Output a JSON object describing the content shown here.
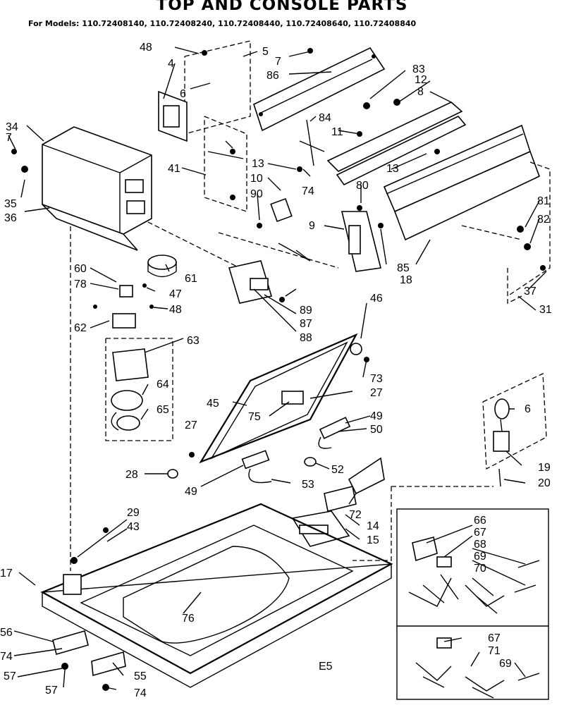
{
  "title": "TOP AND CONSOLE PARTS",
  "models_line": "For Models: 110.72408140, 110.72408240, 110.72408440, 110.72408640, 110.72408840",
  "diagram_code": "E5",
  "callouts": [
    "48",
    "5",
    "4",
    "7",
    "86",
    "6",
    "83",
    "12",
    "8",
    "34",
    "7",
    "84",
    "11",
    "41",
    "13",
    "10",
    "13",
    "74",
    "80",
    "35",
    "90",
    "36",
    "9",
    "81",
    "82",
    "60",
    "61",
    "78",
    "47",
    "48",
    "62",
    "89",
    "87",
    "88",
    "85",
    "18",
    "37",
    "31",
    "63",
    "46",
    "73",
    "64",
    "27",
    "45",
    "75",
    "65",
    "27",
    "49",
    "50",
    "6",
    "19",
    "20",
    "28",
    "49",
    "53",
    "52",
    "72",
    "14",
    "15",
    "29",
    "43",
    "66",
    "67",
    "68",
    "69",
    "70",
    "17",
    "76",
    "56",
    "74",
    "57",
    "57",
    "55",
    "74",
    "67",
    "71",
    "69"
  ]
}
